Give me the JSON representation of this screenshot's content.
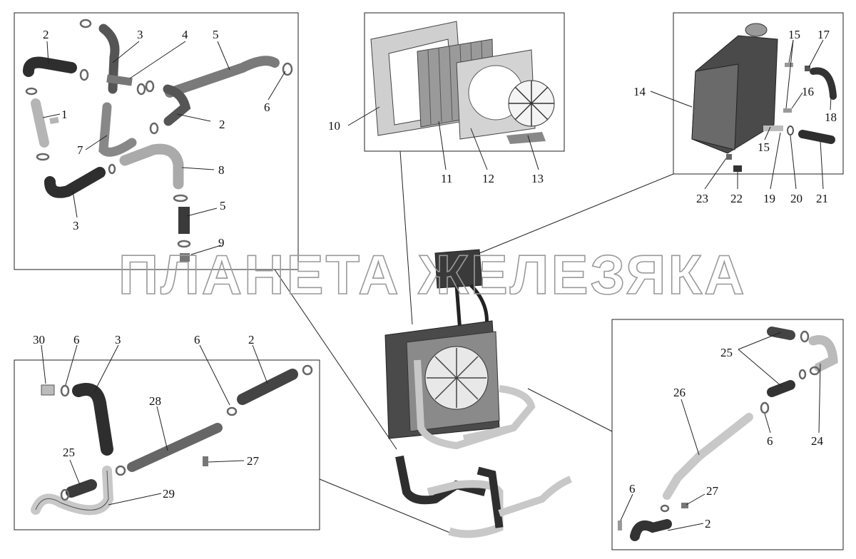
{
  "watermark": "ПЛАНЕТА ЖЕЛЕЗЯКА",
  "colors": {
    "hose": "#3a3a3a",
    "pipe": "#c9c9c9",
    "frame": "#5a5a5a",
    "line": "#222222"
  },
  "panels": {
    "top_left": {
      "labels": [
        "2",
        "3",
        "4",
        "5",
        "1",
        "6",
        "2",
        "7",
        "8",
        "5",
        "3",
        "9"
      ]
    },
    "top_center": {
      "labels": [
        "10",
        "11",
        "12",
        "13"
      ]
    },
    "top_right": {
      "labels": [
        "15",
        "17",
        "14",
        "16",
        "18",
        "15",
        "23",
        "22",
        "19",
        "20",
        "21"
      ]
    },
    "bottom_left": {
      "labels": [
        "30",
        "6",
        "3",
        "6",
        "2",
        "28",
        "25",
        "27",
        "29"
      ]
    },
    "bottom_right": {
      "labels": [
        "25",
        "26",
        "6",
        "24",
        "6",
        "27",
        "2"
      ]
    }
  }
}
